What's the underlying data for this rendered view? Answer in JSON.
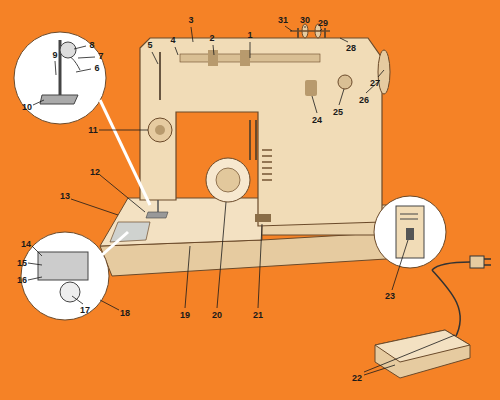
{
  "diagram": {
    "labels": [
      "1",
      "2",
      "3",
      "4",
      "5",
      "6",
      "7",
      "8",
      "9",
      "10",
      "11",
      "12",
      "13",
      "14",
      "15",
      "16",
      "17",
      "18",
      "19",
      "20",
      "21",
      "22",
      "23",
      "24",
      "25",
      "26",
      "27",
      "28",
      "29",
      "30",
      "31"
    ]
  }
}
